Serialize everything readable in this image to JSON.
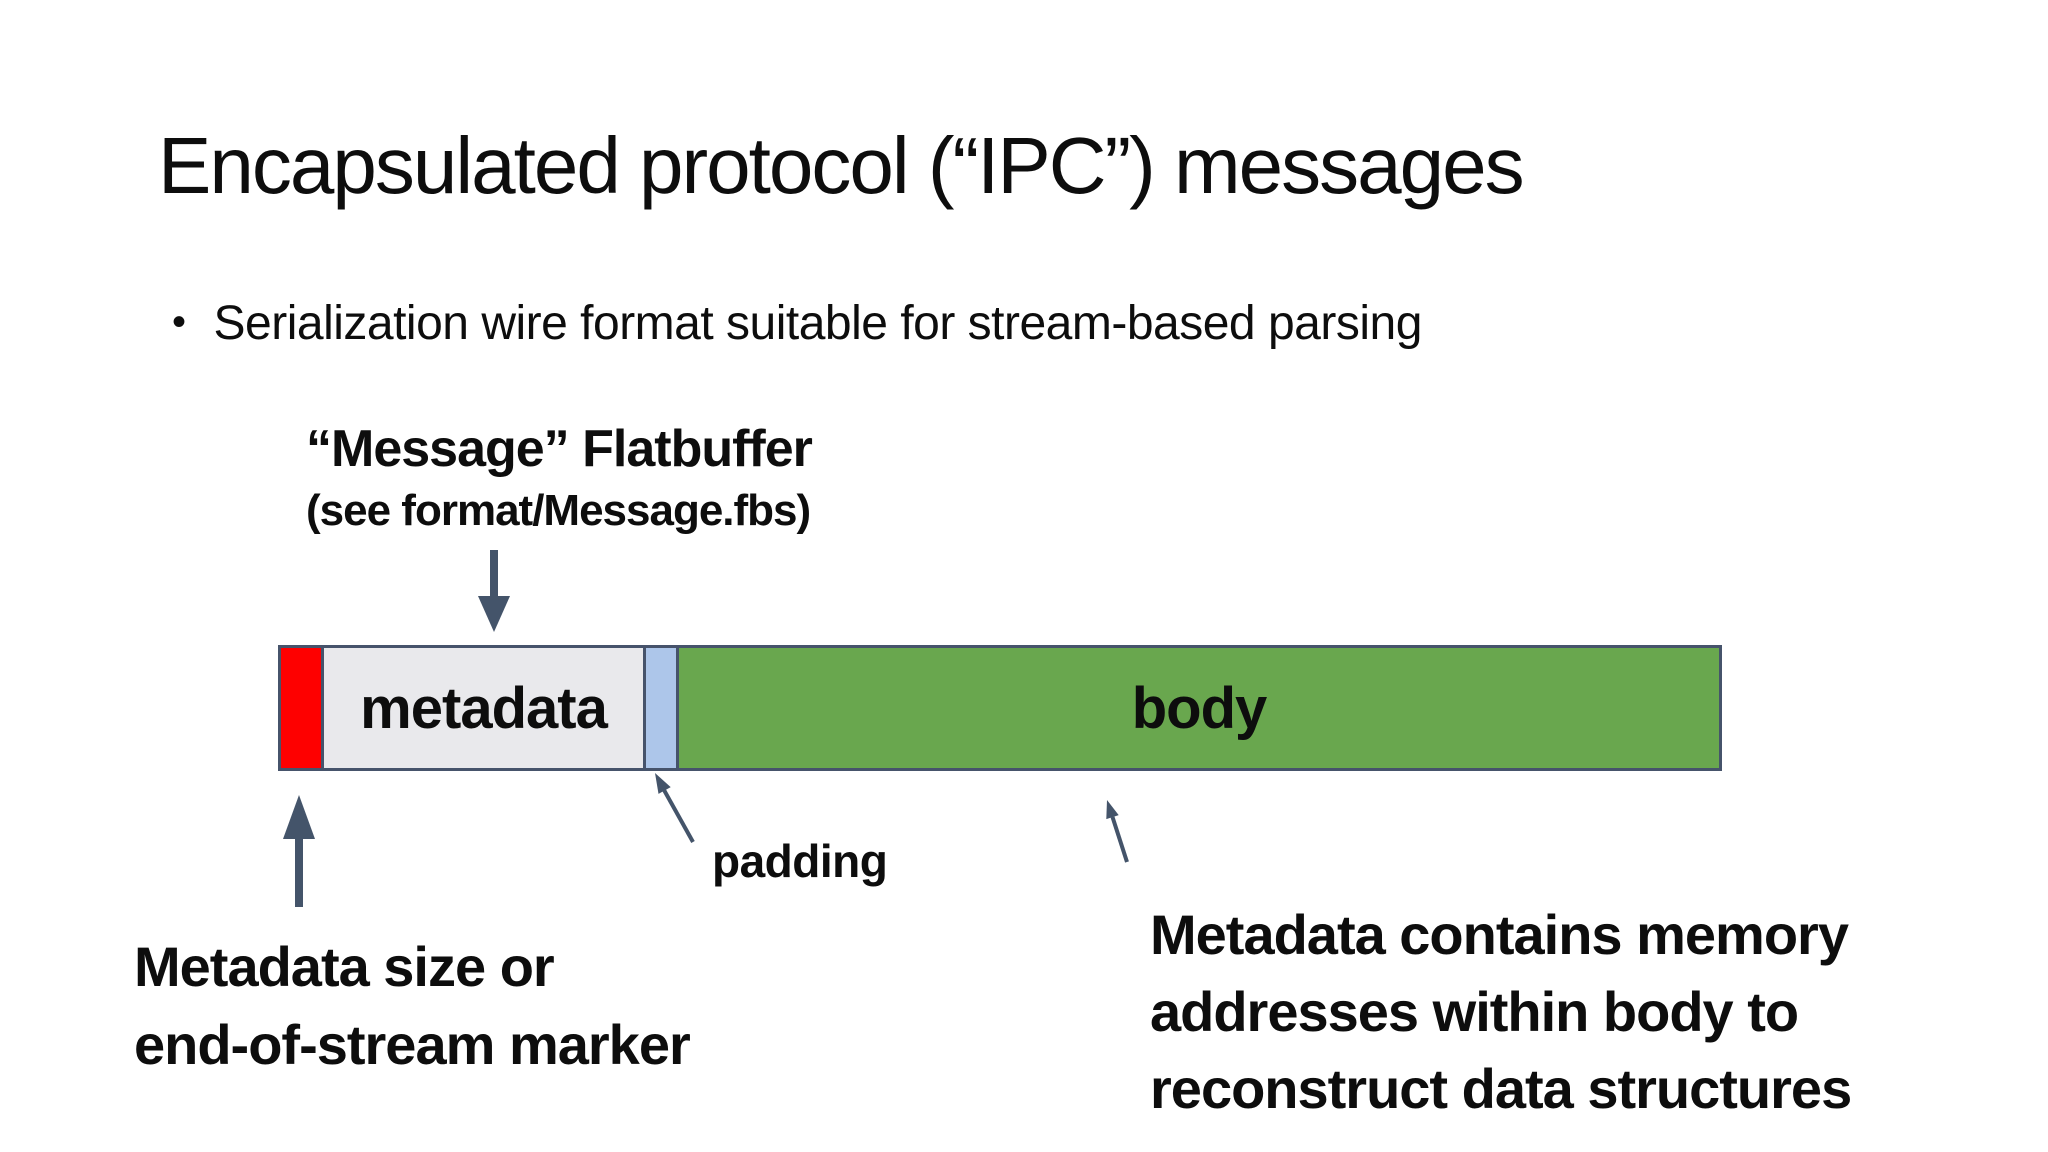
{
  "slide": {
    "title": "Encapsulated protocol (“IPC”) messages",
    "bullet_glyph": "•",
    "bullet": "Serialization wire format suitable for stream-based parsing"
  },
  "diagram": {
    "flatbuffer_label": {
      "line1": "“Message” Flatbuffer",
      "line2": "(see format/Message.fbs)"
    },
    "bar": {
      "border_color": "#46536b",
      "segments": [
        {
          "id": "size-prefix",
          "label": "",
          "color": "#fe0000"
        },
        {
          "id": "metadata",
          "label": "metadata",
          "color": "#e9e9ec"
        },
        {
          "id": "padding",
          "label": "",
          "color": "#adc6ea"
        },
        {
          "id": "body",
          "label": "body",
          "color": "#69a74e"
        }
      ]
    },
    "annotations": {
      "size_marker_line1": "Metadata size or",
      "size_marker_line2": "end-of-stream marker",
      "padding_label": "padding",
      "body_note_line1": "Metadata contains memory",
      "body_note_line2": "addresses within body to",
      "body_note_line3": "reconstruct data structures"
    },
    "arrow_color": "#44546a"
  }
}
